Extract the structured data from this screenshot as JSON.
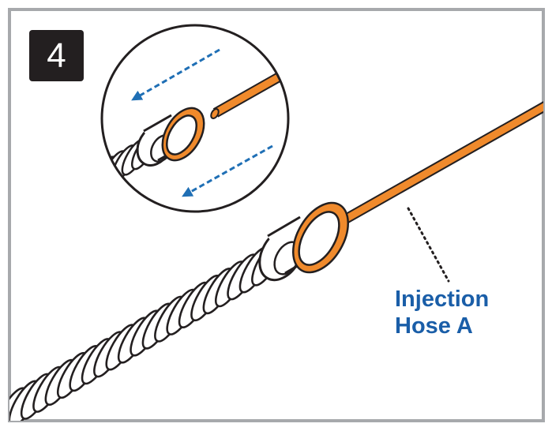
{
  "step": {
    "number": "4"
  },
  "callout": {
    "label_line1": "Injection",
    "label_line2": "Hose A"
  },
  "colors": {
    "frame": "#a7a9ac",
    "badge_bg": "#231f20",
    "hose_orange": "#f08a2c",
    "label_blue": "#1a5ea8",
    "arrow_blue": "#1f6fb5",
    "outline": "#231f20"
  },
  "icons": [
    "corrugated-tube-icon",
    "fitting-collar-icon",
    "orange-washer-icon",
    "insert-arrow-icon"
  ]
}
